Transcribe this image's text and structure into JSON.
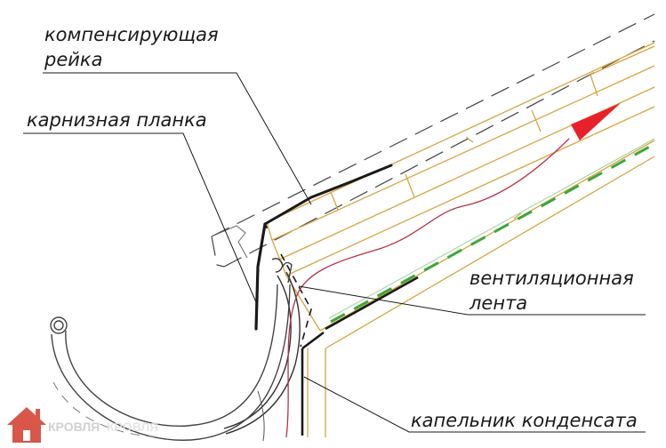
{
  "labels": {
    "compensating_rail_line1": "компенсирующая",
    "compensating_rail_line2": "рейка",
    "eaves_strip": "карнизная планка",
    "ventilation_tape_line1": "вентиляционная",
    "ventilation_tape_line2": "лента",
    "drip_edge": "капельник конденсата"
  },
  "logo": {
    "part1": "КРОВЛЯ",
    "part2": "КРОВЛЯ"
  },
  "colors": {
    "line": "#1a1a1a",
    "timber": "#d9a441",
    "membrane_green": "#3aa83a",
    "airflow": "#b8324a",
    "arrow": "#e8202a",
    "dashed": "#444444",
    "logo_red": "#d23a2a",
    "logo_grey": "#c9c9c9"
  }
}
